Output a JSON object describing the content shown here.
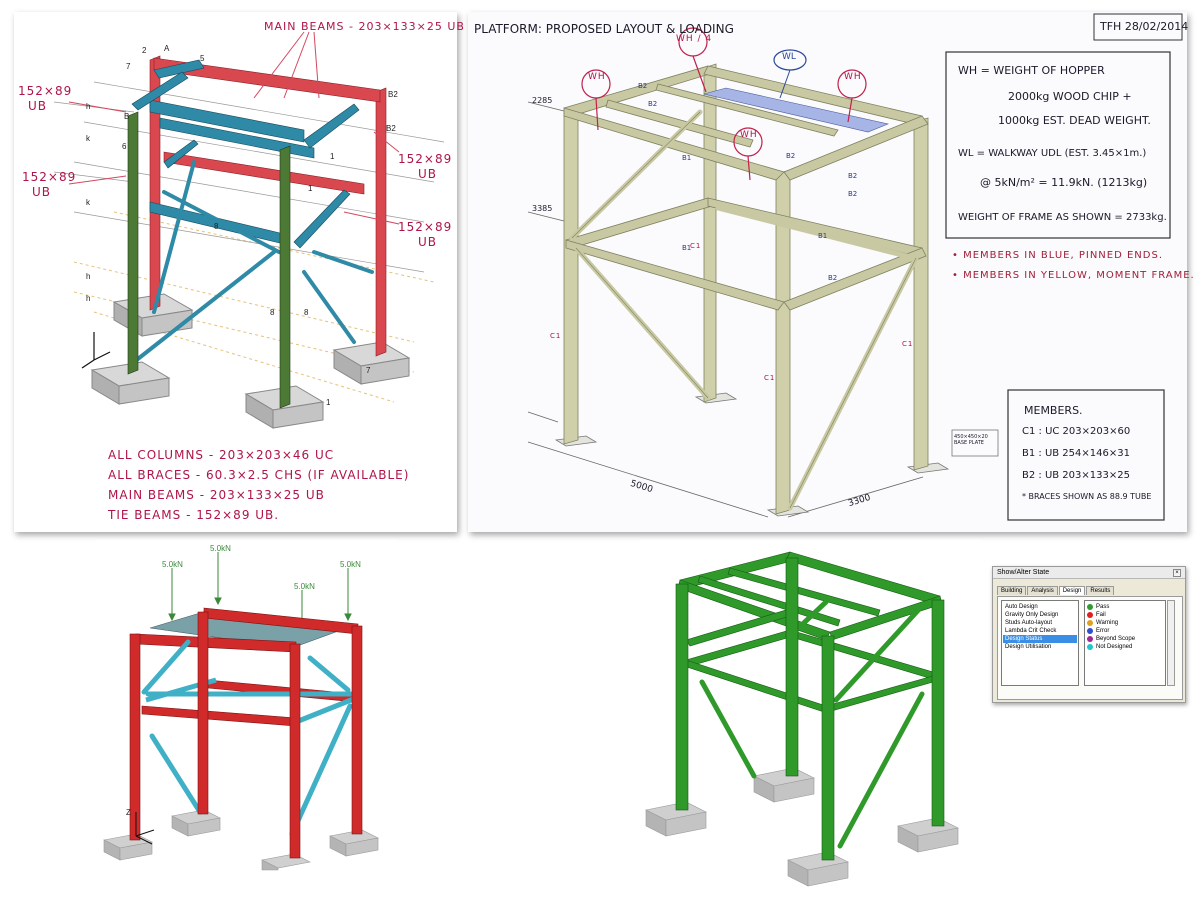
{
  "sketch1": {
    "top_note": "MAIN BEAMS - 203×133×25 UB",
    "side_note_a": "152×89",
    "side_note_a2": "UB",
    "side_note_b": "152×89",
    "side_note_b2": "UB",
    "right_note_a": "152×89",
    "right_note_a2": "UB",
    "right_note_b": "152×89",
    "right_note_b2": "UB",
    "spec_1": "ALL COLUMNS - 203×203×46 UC",
    "spec_2": "ALL BRACES - 60.3×2.5 CHS (IF AVAILABLE)",
    "spec_3": "MAIN BEAMS - 203×133×25 UB",
    "spec_4": "TIE BEAMS - 152×89 UB.",
    "grid_labels": [
      "A",
      "B",
      "B2",
      "B2",
      "7",
      "5",
      "2",
      "h",
      "k",
      "k",
      "h",
      "h",
      "6",
      "8",
      "8",
      "1",
      "1",
      "8",
      "7",
      "1"
    ]
  },
  "sketch2": {
    "title": "PLATFORM: PROPOSED LAYOUT & LOADING",
    "date": "TFH 28/02/2014",
    "load_wh": "WH",
    "load_wl": "WL",
    "load_wh_top": "WH / 4",
    "note_1": "WH = WEIGHT OF HOPPER",
    "note_2": "2000kg WOOD CHIP +",
    "note_3": "1000kg EST. DEAD WEIGHT.",
    "note_4": "WL = WALKWAY UDL (EST. 3.45×1m.)",
    "note_5": "@ 5kN/m² = 11.9kN. (1213kg)",
    "note_6": "WEIGHT OF FRAME AS SHOWN = 2733kg.",
    "note_7": "• MEMBERS IN BLUE, PINNED ENDS.",
    "note_8": "• MEMBERS IN YELLOW, MOMENT FRAME.",
    "members_title": "MEMBERS.",
    "member_c1": "C1 : UC 203×203×60",
    "member_b1": "B1 : UB 254×146×31",
    "member_b2": "B2 : UB 203×133×25",
    "member_braces": "* BRACES SHOWN AS 88.9 TUBE",
    "dim_width": "5000",
    "dim_depth": "3300",
    "dim_h1": "2285",
    "dim_h2": "3385",
    "base_note": "450×450×20 BASE PLATE",
    "member_tags": [
      "B2",
      "B2",
      "B1",
      "B2",
      "B1",
      "B2",
      "B2",
      "B1",
      "B2",
      "C1",
      "C1",
      "C1",
      "C1"
    ]
  },
  "model3d": {
    "loads": [
      "5.0kN",
      "5.0kN",
      "5.0kN",
      "5.0kN"
    ],
    "axis": "Z"
  },
  "dialog": {
    "title": "Show/Alter State",
    "close": "×",
    "tabs": [
      "Building",
      "Analysis",
      "Design",
      "Results"
    ],
    "active_tab": "Design",
    "items": [
      "Auto Design",
      "Gravity Only Design",
      "Studs Auto-layout",
      "Lambda Crit Check",
      "Design Status",
      "Design Utilisation"
    ],
    "selected": "Design Status",
    "legend": [
      {
        "label": "Pass",
        "color": "#2e9c2e"
      },
      {
        "label": "Fail",
        "color": "#e02020"
      },
      {
        "label": "Warning",
        "color": "#e0a020"
      },
      {
        "label": "Error",
        "color": "#3050c8"
      },
      {
        "label": "Beyond Scope",
        "color": "#a02890"
      },
      {
        "label": "Not Designed",
        "color": "#20c8c8"
      }
    ]
  },
  "colors": {
    "red_member": "#d9474f",
    "blue_member": "#2e8aa6",
    "green_member": "#4c7a34",
    "pass_green": "#2f9a2a",
    "fail_red": "#cc2a2a",
    "brace_cyan": "#3fb0c6",
    "concrete": "#bdbdbd",
    "steel_tan": "#cfd0aa",
    "ink_red": "#b0144a"
  }
}
